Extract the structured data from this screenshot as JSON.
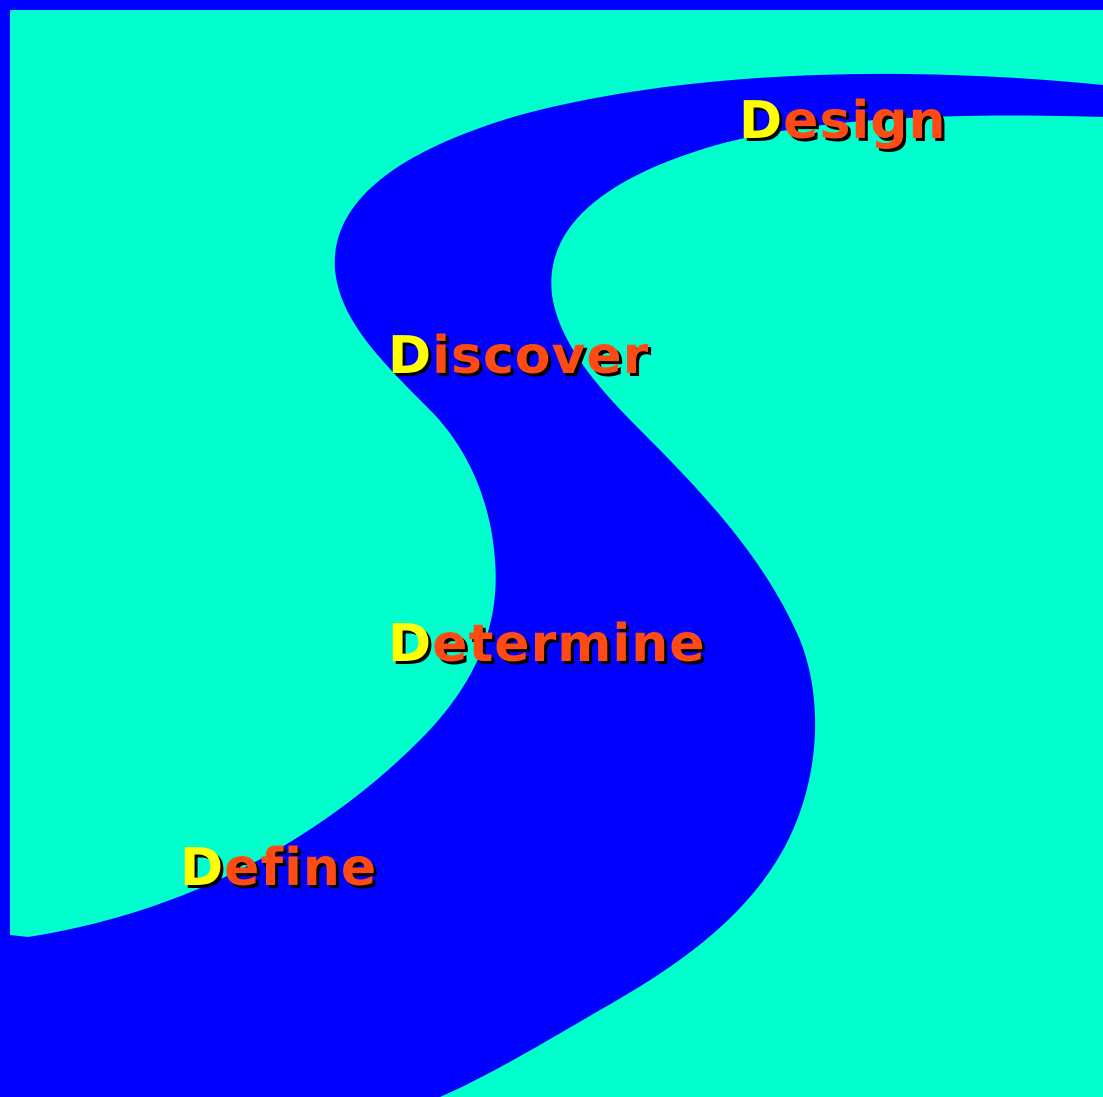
{
  "colors": {
    "border": "#0000ff",
    "background": "#00ffcc",
    "path": "#0000ff",
    "initial_letter": "#ffff00",
    "label_text": "#ff4a14",
    "shadow": "#000000"
  },
  "steps": [
    {
      "initial": "D",
      "rest": "esign"
    },
    {
      "initial": "D",
      "rest": "iscover"
    },
    {
      "initial": "D",
      "rest": "etermine"
    },
    {
      "initial": "D",
      "rest": "efine"
    }
  ]
}
